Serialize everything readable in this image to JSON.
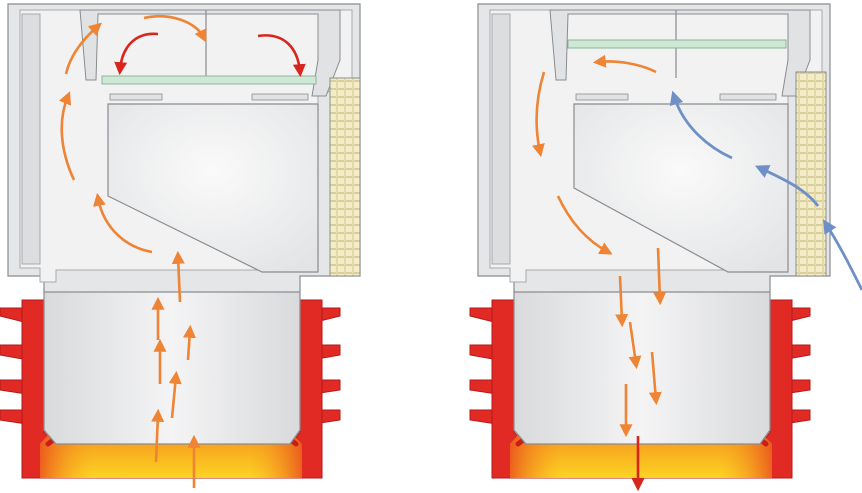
{
  "diagram": {
    "panels": [
      {
        "id": "left-panel",
        "state": "upward-flow"
      },
      {
        "id": "right-panel",
        "state": "downward-flow-with-inlet"
      }
    ],
    "colors": {
      "housing": "#e6e7e8",
      "housing_stroke": "#8a8c8f",
      "inner_chamber": "#eeeff0",
      "filter_membrane": "#cfe8d6",
      "grille": "#f2ecc8",
      "heat_fins": "#e22a25",
      "fire_hot": "#fbd023",
      "fire_edge": "#e8521e",
      "arrow_orange": "#ee8434",
      "arrow_red": "#d8261f",
      "arrow_blue": "#6f90c6"
    },
    "icons": [
      "up-arrow-icon",
      "down-arrow-icon",
      "curved-arrow-icon",
      "intake-arrow-icon"
    ]
  }
}
